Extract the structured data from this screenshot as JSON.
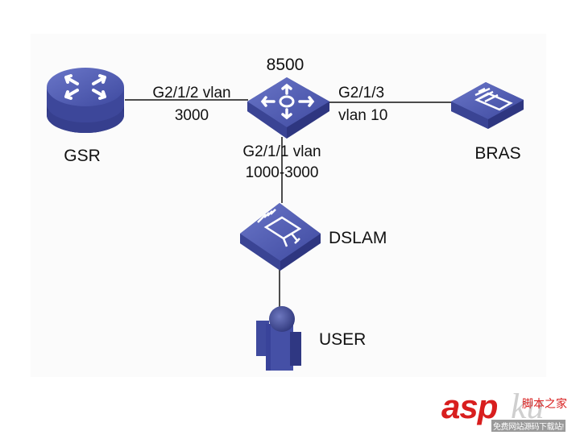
{
  "diagram": {
    "nodes": {
      "core": {
        "label": "8500",
        "type": "switch"
      },
      "gsr": {
        "label": "GSR",
        "type": "router"
      },
      "bras": {
        "label": "BRAS",
        "type": "bras"
      },
      "dslam": {
        "label": "DSLAM",
        "type": "dslam"
      },
      "user": {
        "label": "USER",
        "type": "user"
      }
    },
    "links": [
      {
        "from": "gsr",
        "to": "core",
        "label_line1": "G2/1/2 vlan",
        "label_line2": "3000"
      },
      {
        "from": "core",
        "to": "bras",
        "label_line1": "G2/1/3",
        "label_line2": "vlan 10"
      },
      {
        "from": "core",
        "to": "dslam",
        "label_line1": "G2/1/1 vlan",
        "label_line2": "1000-3000"
      },
      {
        "from": "dslam",
        "to": "user",
        "label_line1": "",
        "label_line2": ""
      }
    ],
    "colors": {
      "device": "#4a55a8",
      "device_dark": "#2e3680",
      "device_top": "#5a66bb",
      "link": "#111111"
    }
  },
  "watermark": {
    "brand_left": "asp",
    "brand_right": "ku",
    "chinese_name": "脚本之家",
    "tagline": "免费网站源码下载站!"
  }
}
